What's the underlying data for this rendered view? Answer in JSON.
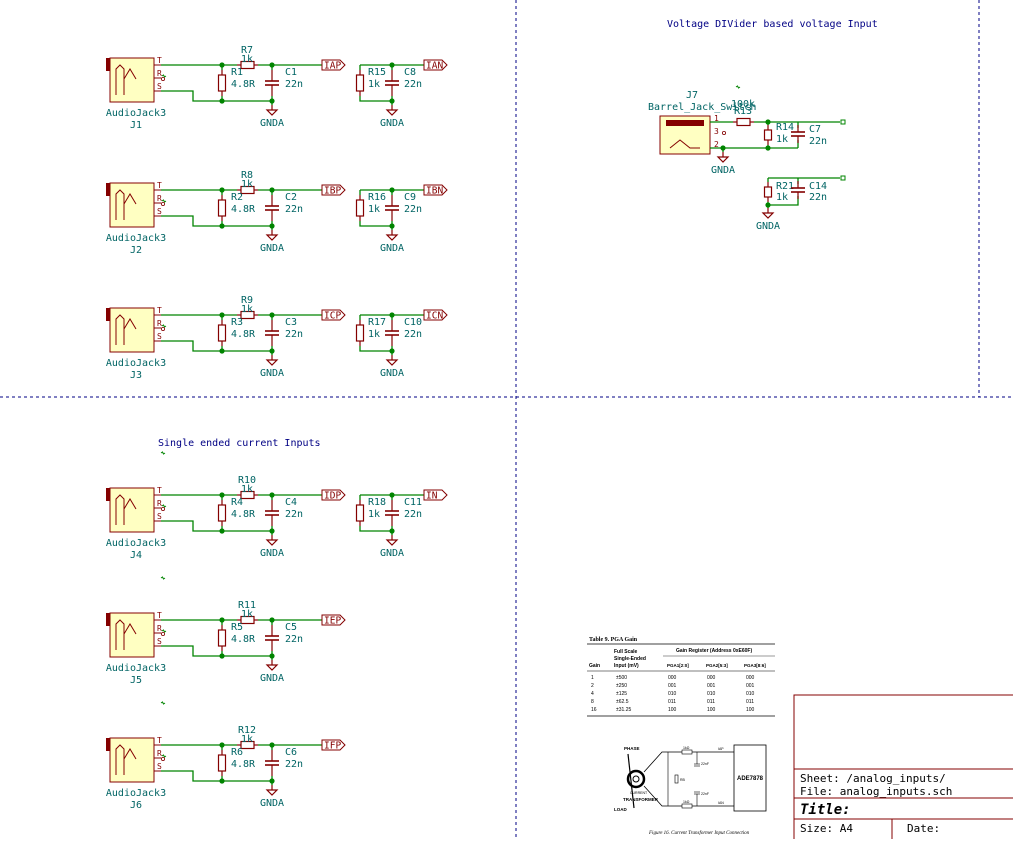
{
  "colors": {
    "wire": "#008400",
    "component": "#840000",
    "component_fill": "#ffffc2",
    "ref_text": "#006464",
    "title_text": "#000084",
    "sheet_border": "#840000",
    "sheet_text": "#000000",
    "divider": "#000084"
  },
  "notes": {
    "voltage_title": "Voltage DIVider based voltage Input",
    "single_ended_title": "Single ended current Inputs"
  },
  "jack_type": "AudioJack3",
  "pin_letters": {
    "t": "T",
    "r": "R",
    "s": "S"
  },
  "gnd_label": "GNDA",
  "channels": [
    {
      "jack": "J1",
      "r_series": "R7",
      "r_series_val": "1k",
      "r_shunt": "R1",
      "r_shunt_val": "4.8R",
      "cap": "C1",
      "cap_val": "22n",
      "label_p": "IAP",
      "r_neg": "R15",
      "r_neg_val": "1k",
      "cap_neg": "C8",
      "cap_neg_val": "22n",
      "label_n": "IAN"
    },
    {
      "jack": "J2",
      "r_series": "R8",
      "r_series_val": "1k",
      "r_shunt": "R2",
      "r_shunt_val": "4.8R",
      "cap": "C2",
      "cap_val": "22n",
      "label_p": "IBP",
      "r_neg": "R16",
      "r_neg_val": "1k",
      "cap_neg": "C9",
      "cap_neg_val": "22n",
      "label_n": "IBN"
    },
    {
      "jack": "J3",
      "r_series": "R9",
      "r_series_val": "1k",
      "r_shunt": "R3",
      "r_shunt_val": "4.8R",
      "cap": "C3",
      "cap_val": "22n",
      "label_p": "ICP",
      "r_neg": "R17",
      "r_neg_val": "1k",
      "cap_neg": "C10",
      "cap_neg_val": "22n",
      "label_n": "ICN"
    },
    {
      "jack": "J4",
      "r_series": "R10",
      "r_series_val": "1k",
      "r_shunt": "R4",
      "r_shunt_val": "4.8R",
      "cap": "C4",
      "cap_val": "22n",
      "label_p": "IDP",
      "r_neg": "R18",
      "r_neg_val": "1k",
      "cap_neg": "C11",
      "cap_neg_val": "22n",
      "label_n": "IN"
    },
    {
      "jack": "J5",
      "r_series": "R11",
      "r_series_val": "1k",
      "r_shunt": "R5",
      "r_shunt_val": "4.8R",
      "cap": "C5",
      "cap_val": "22n",
      "label_p": "IEP"
    },
    {
      "jack": "J6",
      "r_series": "R12",
      "r_series_val": "1k",
      "r_shunt": "R6",
      "r_shunt_val": "4.8R",
      "cap": "C6",
      "cap_val": "22n",
      "label_p": "IFP"
    }
  ],
  "voltage_input": {
    "jack_ref": "J7",
    "jack_name": "Barrel_Jack_Switch",
    "pins": [
      "1",
      "3",
      "2"
    ],
    "r_series": "R13",
    "r_series_val": "100k",
    "r_a": "R14",
    "r_a_val": "1k",
    "c_a": "C7",
    "c_a_val": "22n",
    "r_b": "R21",
    "r_b_val": "1k",
    "c_b": "C14",
    "c_b_val": "22n"
  },
  "pga_table": {
    "caption": "Table 9. PGA Gain",
    "col_gain": "Gain",
    "col_fullscale": [
      "Full Scale",
      "Single-Ended",
      "Input (mV)"
    ],
    "group_header": "Gain Register (Address 0xE60F)",
    "sub_headers": [
      "PGA1[2:0]",
      "PGA2[5:3]",
      "PGA3[8:6]"
    ],
    "rows": [
      [
        "1",
        "±500",
        "000",
        "000",
        "000"
      ],
      [
        "2",
        "±250",
        "001",
        "001",
        "001"
      ],
      [
        "4",
        "±125",
        "010",
        "010",
        "010"
      ],
      [
        "8",
        "±62.5",
        "011",
        "011",
        "011"
      ],
      [
        "16",
        "±31.25",
        "100",
        "100",
        "100"
      ]
    ]
  },
  "ct_figure": {
    "phase": "PHASE",
    "load": "LOAD",
    "transformer": [
      "CURRENT",
      "TRANSFORMER"
    ],
    "chip": "ADE7878",
    "labels": [
      "1kΩ",
      "22nF",
      "RB",
      "1kΩ",
      "22nF",
      "IAP",
      "IAN"
    ],
    "caption": "Figure 16. Current Transformer Input Connection"
  },
  "title_block": {
    "sheet": "Sheet: /analog_inputs/",
    "file": "File: analog_inputs.sch",
    "title": "Title:",
    "size": "Size: A4",
    "date": "Date:"
  }
}
